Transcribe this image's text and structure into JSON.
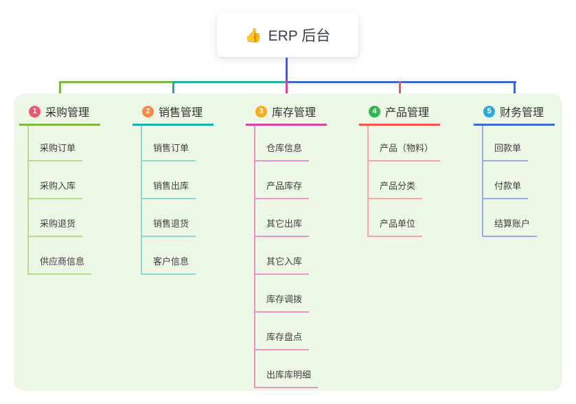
{
  "root": {
    "icon_label": "thumbs-up",
    "icon": "👍",
    "label": "ERP 后台"
  },
  "colors": {
    "canvas_bg": "#ffffff",
    "panel_bg": "#ecf7e6",
    "root_line": "#5058c8",
    "title_text": "#333333",
    "child_text": "#3f3f3f"
  },
  "branches": [
    {
      "number": "1",
      "title": "采购管理",
      "badge_color": "#f4566d",
      "line_color": "#7cb93f",
      "light_color": "#b5db8e",
      "children": [
        "采购订单",
        "采购入库",
        "采购退货",
        "供应商信息"
      ]
    },
    {
      "number": "2",
      "title": "销售管理",
      "badge_color": "#f78b44",
      "line_color": "#17b3a9",
      "light_color": "#8ed8d2",
      "children": [
        "销售订单",
        "销售出库",
        "销售退货",
        "客户信息"
      ]
    },
    {
      "number": "3",
      "title": "库存管理",
      "badge_color": "#f9ae17",
      "line_color": "#d9429f",
      "light_color": "#f18fc9",
      "children": [
        "仓库信息",
        "产品库存",
        "其它出库",
        "其它入库",
        "库存调拨",
        "库存盘点",
        "出库库明细"
      ]
    },
    {
      "number": "4",
      "title": "产品管理",
      "badge_color": "#2db84d",
      "line_color": "#f3544e",
      "light_color": "#f8a5a1",
      "children": [
        "产品（物料）",
        "产品分类",
        "产品单位"
      ]
    },
    {
      "number": "5",
      "title": "财务管理",
      "badge_color": "#2aa6e0",
      "line_color": "#3c68cf",
      "light_color": "#97a9e0",
      "children": [
        "回款单",
        "付款单",
        "结算账户"
      ]
    }
  ]
}
